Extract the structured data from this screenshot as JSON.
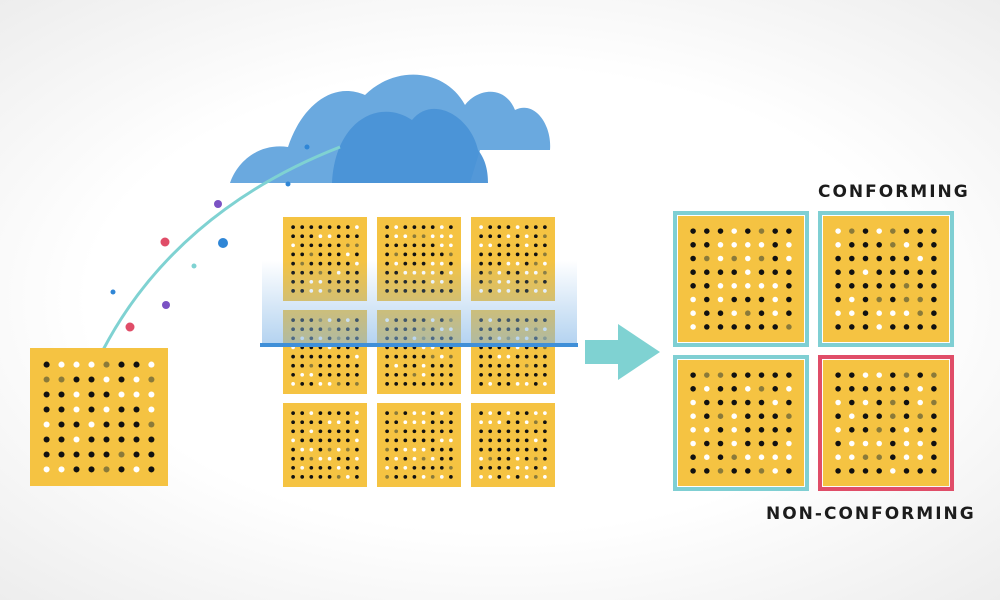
{
  "labels": {
    "conforming": "CONFORMING",
    "non_conforming": "NON-CONFORMING"
  },
  "colors": {
    "tile": "#f5c342",
    "cloud_light": "#6aa9df",
    "cloud_dark": "#4a92d6",
    "scan_line": "#3f8fd8",
    "arc": "#7fd2d2",
    "arrow": "#7fd2d2",
    "conforming_border": "#7fcfd3",
    "non_conforming_border": "#e04d68",
    "dot_black": "#111111",
    "dot_white": "#ffffff",
    "dot_dim": "#8a7a3a"
  },
  "icons": {
    "cloud": "cloud-icon",
    "arrow": "arrow-right-icon",
    "tile": "data-matrix-tile"
  }
}
